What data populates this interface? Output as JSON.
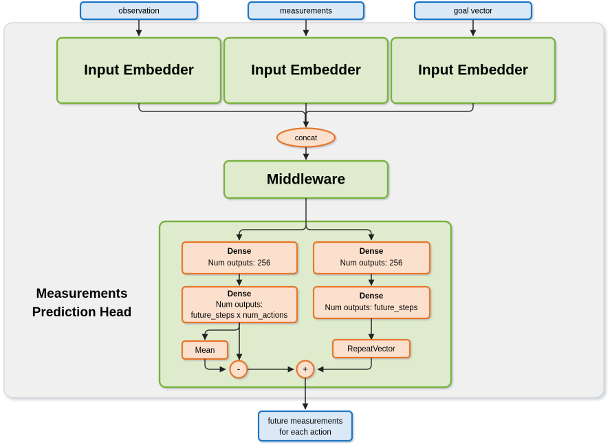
{
  "diagram": {
    "title": "Measurements Prediction Head network diagram",
    "colors": {
      "input_fill": "#dbe9f7",
      "input_stroke": "#1f76c4",
      "green_fill": "#deeccd",
      "green_stroke": "#7cb143",
      "orange_fill": "#fbe0cd",
      "orange_stroke": "#e8762c",
      "panel_fill": "#f0f0f0",
      "panel_stroke": "#d5d5d5",
      "edge": "#333333",
      "text": "#000000"
    },
    "inputs": [
      {
        "label": "observation"
      },
      {
        "label": "measurements"
      },
      {
        "label": "goal vector"
      }
    ],
    "embedders": [
      {
        "label": "Input Embedder"
      },
      {
        "label": "Input Embedder"
      },
      {
        "label": "Input Embedder"
      }
    ],
    "concat": {
      "label": "concat"
    },
    "middleware": {
      "label": "Middleware"
    },
    "head": {
      "label_line1": "Measurements",
      "label_line2": "Prediction Head",
      "left_branch": {
        "dense1": {
          "title": "Dense",
          "line2": "Num outputs: 256"
        },
        "dense2": {
          "title": "Dense",
          "line2": "Num outputs:",
          "line3": "future_steps x num_actions"
        },
        "mean": {
          "label": "Mean"
        },
        "op": {
          "label": "-"
        }
      },
      "right_branch": {
        "dense1": {
          "title": "Dense",
          "line2": "Num outputs: 256"
        },
        "dense2": {
          "title": "Dense",
          "line2": "Num outputs: future_steps"
        },
        "repeat": {
          "label": "RepeatVector"
        },
        "op": {
          "label": "+"
        }
      }
    },
    "output": {
      "line1": "future measurements",
      "line2": "for each action"
    }
  }
}
